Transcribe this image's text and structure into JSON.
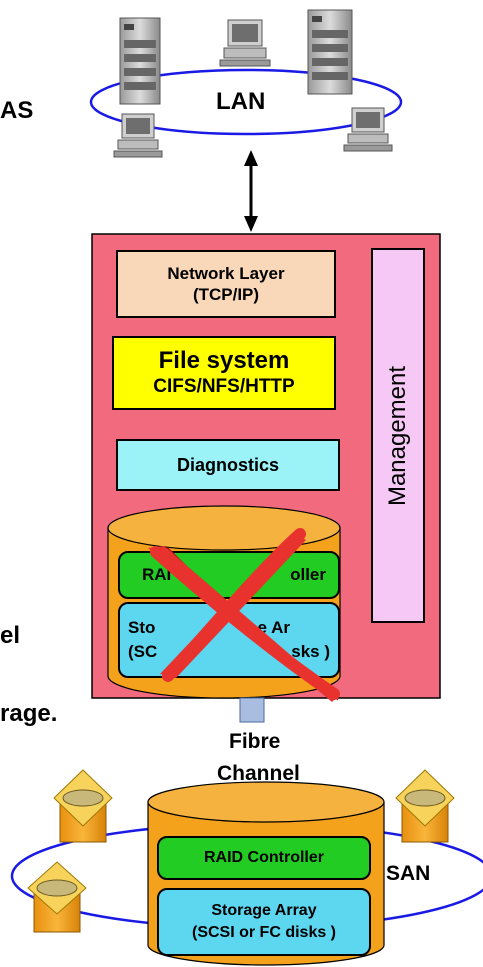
{
  "left_fragments": {
    "nas": "AS",
    "channel": "el",
    "storage": "rage."
  },
  "lan": {
    "label": "LAN"
  },
  "appliance": {
    "network_layer": {
      "line1": "Network Layer",
      "line2": "(TCP/IP)"
    },
    "file_system": {
      "line1": "File system",
      "line2": "CIFS/NFS/HTTP"
    },
    "diagnostics": "Diagnostics",
    "management": "Management",
    "raid_controller_fragment": "RAI",
    "raid_controller_fragment_end": "oller",
    "storage_array_fragment_start": "Sto",
    "storage_array_fragment_mid": "e Ar",
    "storage_array_line2_start": "(SC",
    "storage_array_line2_end": "sks )"
  },
  "connector": {
    "line1": "Fibre",
    "line2": "Channel"
  },
  "san": {
    "label": "SAN",
    "raid_controller": "RAID Controller",
    "storage_array": {
      "line1": "Storage Array",
      "line2": "(SCSI or FC disks )"
    }
  },
  "colors": {
    "appliance_fill": "#f26a7e",
    "network_layer_fill": "#f8d8b8",
    "file_system_fill": "#ffff00",
    "diagnostics_fill": "#9cf3f7",
    "management_fill": "#f5c8f5",
    "cylinder_fill": "#f4a21c",
    "raid_fill": "#22cc22",
    "storage_fill": "#5dd6ef",
    "cross_fill": "#e8322e",
    "ring_stroke": "#1a1ae6"
  }
}
